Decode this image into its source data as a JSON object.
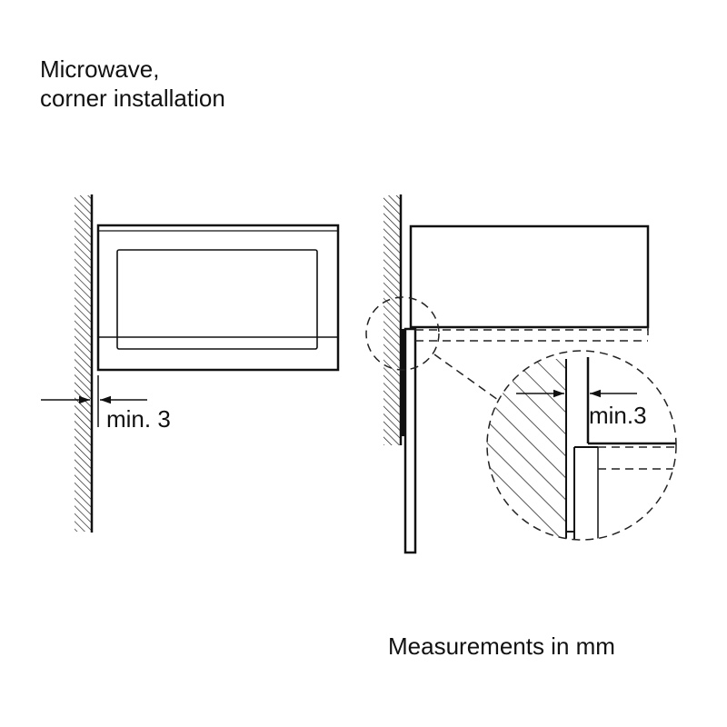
{
  "title": {
    "line1": "Microwave,",
    "line2": "corner installation"
  },
  "left_view": {
    "dimension_label": "min. 3"
  },
  "right_view": {
    "detail_dimension_label": "min.3"
  },
  "footer": {
    "units_note": "Measurements in mm"
  },
  "colors": {
    "line": "#111111",
    "background": "#ffffff"
  }
}
